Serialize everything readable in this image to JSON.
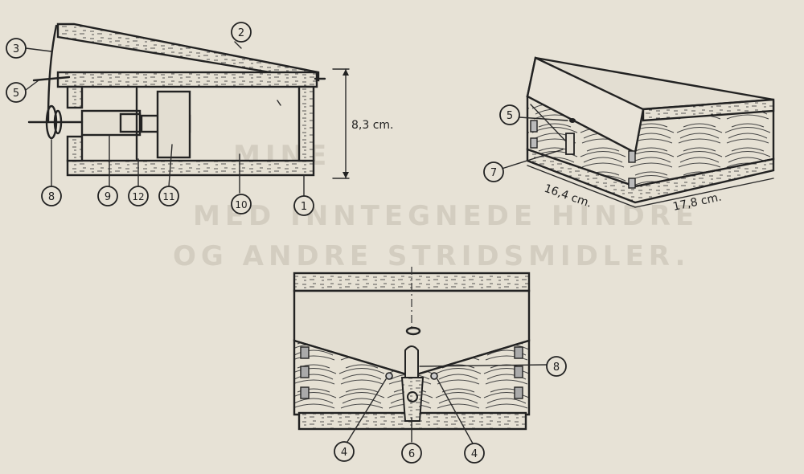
{
  "callouts": {
    "top": "2",
    "n3": "3",
    "n5_left": "5",
    "n8_left": "8",
    "n9": "9",
    "n12": "12",
    "n11": "11",
    "n10": "10",
    "n1": "1",
    "n5_right": "5",
    "n7": "7",
    "n8_front": "8",
    "n4_left": "4",
    "n6": "6",
    "n4_right": "4"
  },
  "dimensions": {
    "height": "8,3 cm.",
    "depth": "16,4 cm.",
    "width": "17,8 cm."
  },
  "watermark": {
    "line1": "MINE",
    "line2": "MED INNTEGNEDE HINDRE",
    "line3": "OG ANDRE STRIDSMIDLER."
  },
  "palette": {
    "paper": "#e7e2d6",
    "ink": "#222222"
  }
}
